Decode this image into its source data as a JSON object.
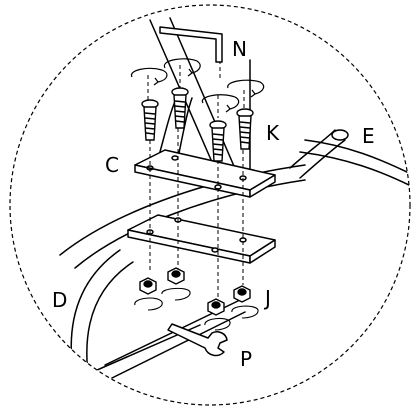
{
  "labels": {
    "n": "N",
    "k": "K",
    "e": "E",
    "c": "C",
    "d": "D",
    "j": "J",
    "p": "P"
  },
  "colors": {
    "line": "#000000",
    "fill": "#ffffff",
    "background": "#ffffff"
  }
}
